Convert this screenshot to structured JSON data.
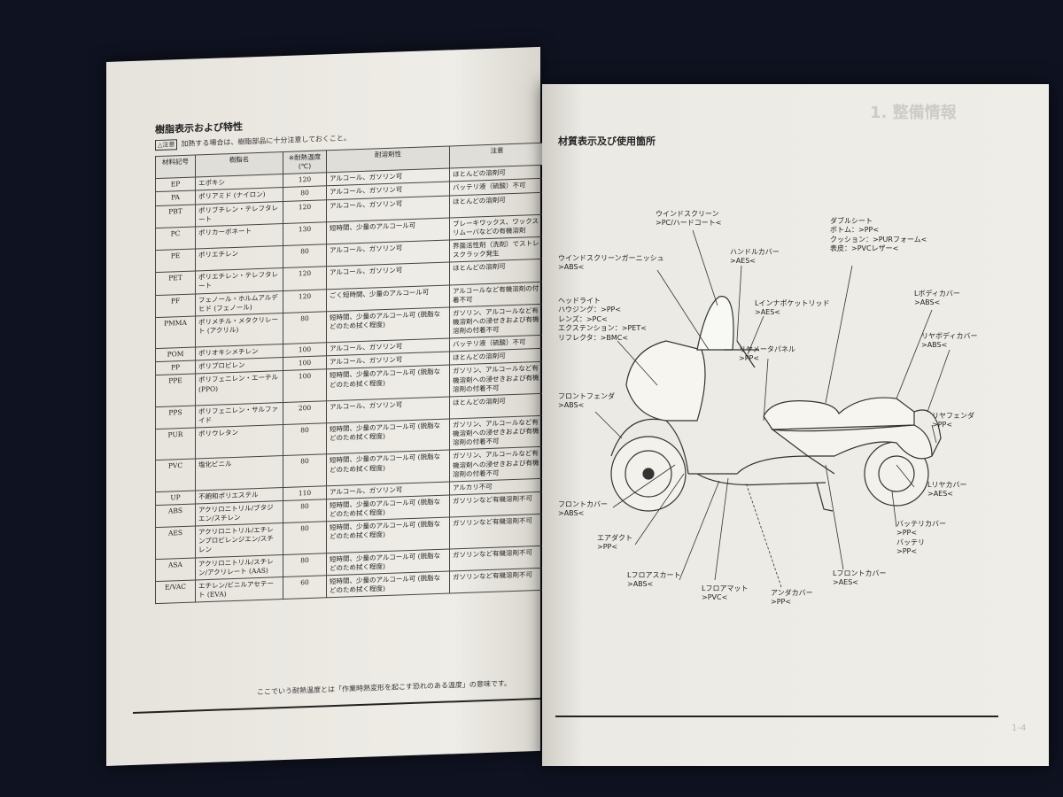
{
  "left": {
    "section_title": "樹脂表示および特性",
    "caution_badge": "△注意",
    "caution_text": "加熱する場合は、樹脂部品に十分注意しておくこと。",
    "headers": [
      "材料記号",
      "樹脂名",
      "※耐熱温度 (℃)",
      "耐溶剤性",
      "注意"
    ],
    "rows": [
      {
        "code": "EP",
        "name": "エポキシ",
        "temp": "120",
        "solvent": "アルコール、ガソリン可",
        "note": "ほとんどの溶剤可"
      },
      {
        "code": "PA",
        "name": "ポリアミド (ナイロン)",
        "temp": "80",
        "solvent": "アルコール、ガソリン可",
        "note": "バッテリ液（硫酸）不可"
      },
      {
        "code": "PBT",
        "name": "ポリブチレン・テレフタレート",
        "temp": "120",
        "solvent": "アルコール、ガソリン可",
        "note": "ほとんどの溶剤可"
      },
      {
        "code": "PC",
        "name": "ポリカーボネート",
        "temp": "130",
        "solvent": "短時間、少量のアルコール可",
        "note": "ブレーキワックス、ワックスリムーバなどの有機溶剤"
      },
      {
        "code": "PE",
        "name": "ポリエチレン",
        "temp": "80",
        "solvent": "アルコール、ガソリン可",
        "note": "界面活性剤（洗剤）でストレスクラック発生"
      },
      {
        "code": "PET",
        "name": "ポリエチレン・テレフタレート",
        "temp": "120",
        "solvent": "アルコール、ガソリン可",
        "note": "ほとんどの溶剤可"
      },
      {
        "code": "PF",
        "name": "フェノール・ホルムアルデヒド (フェノール)",
        "temp": "120",
        "solvent": "ごく短時間、少量のアルコール可",
        "note": "アルコールなど有機溶剤の付着不可"
      },
      {
        "code": "PMMA",
        "name": "ポリメチル・メタクリレート (アクリル)",
        "temp": "80",
        "solvent": "短時間、少量のアルコール可 (脱脂などのため拭く程度)",
        "note": "ガソリン、アルコールなど有機溶剤への浸せきおよび有機溶剤の付着不可"
      },
      {
        "code": "POM",
        "name": "ポリオキシメチレン",
        "temp": "100",
        "solvent": "アルコール、ガソリン可",
        "note": "バッテリ液（硫酸）不可"
      },
      {
        "code": "PP",
        "name": "ポリプロピレン",
        "temp": "100",
        "solvent": "アルコール、ガソリン可",
        "note": "ほとんどの溶剤可"
      },
      {
        "code": "PPE",
        "name": "ポリフェニレン・エーテル (PPO)",
        "temp": "100",
        "solvent": "短時間、少量のアルコール可 (脱脂などのため拭く程度)",
        "note": "ガソリン、アルコールなど有機溶剤への浸せきおよび有機溶剤の付着不可"
      },
      {
        "code": "PPS",
        "name": "ポリフェニレン・サルファイド",
        "temp": "200",
        "solvent": "アルコール、ガソリン可",
        "note": "ほとんどの溶剤可"
      },
      {
        "code": "PUR",
        "name": "ポリウレタン",
        "temp": "80",
        "solvent": "短時間、少量のアルコール可 (脱脂などのため拭く程度)",
        "note": "ガソリン、アルコールなど有機溶剤への浸せきおよび有機溶剤の付着不可"
      },
      {
        "code": "PVC",
        "name": "塩化ビニル",
        "temp": "80",
        "solvent": "短時間、少量のアルコール可 (脱脂などのため拭く程度)",
        "note": "ガソリン、アルコールなど有機溶剤への浸せきおよび有機溶剤の付着不可"
      },
      {
        "code": "UP",
        "name": "不飽和ポリエステル",
        "temp": "110",
        "solvent": "アルコール、ガソリン可",
        "note": "アルカリ不可"
      },
      {
        "code": "ABS",
        "name": "アクリロニトリル/ブタジエン/スチレン",
        "temp": "80",
        "solvent": "短時間、少量のアルコール可 (脱脂などのため拭く程度)",
        "note": "ガソリンなど有機溶剤不可"
      },
      {
        "code": "AES",
        "name": "アクリロニトリル/エチレンプロピレンジエン/スチレン",
        "temp": "80",
        "solvent": "短時間、少量のアルコール可 (脱脂などのため拭く程度)",
        "note": "ガソリンなど有機溶剤不可"
      },
      {
        "code": "ASA",
        "name": "アクリロニトリル/スチレン/アクリレート (AAS)",
        "temp": "80",
        "solvent": "短時間、少量のアルコール可 (脱脂などのため拭く程度)",
        "note": "ガソリンなど有機溶剤不可"
      },
      {
        "code": "E/VAC",
        "name": "エチレン/ビニルアセテート (EVA)",
        "temp": "60",
        "solvent": "短時間、少量のアルコール可 (脱脂などのため拭く程度)",
        "note": "ガソリンなど有機溶剤不可"
      }
    ],
    "footnote": "ここでいう耐熱温度とは「作業時熱変形を起こす恐れのある温度」の意味です。"
  },
  "right": {
    "header_ghost": "1. 整備情報",
    "section_title": "材質表示及び使用箇所",
    "page_number": "1-4",
    "labels": {
      "windscreen": [
        "ウインドスクリーン",
        ">PC/ハードコート<"
      ],
      "garnish": [
        "ウインドスクリーンガーニッシュ",
        ">ABS<"
      ],
      "handle_cover": [
        "ハンドルカバー",
        ">AES<"
      ],
      "double_seat": [
        "ダブルシート",
        "ボトム：>PP<",
        "クッション：>PURフォーム<",
        "表皮：>PVCレザー<"
      ],
      "headlight": [
        "ヘッドライト",
        "ハウジング：>PP<",
        "レンズ：>PC<",
        "エクステンション：>PET<",
        "リフレクタ：>BMC<"
      ],
      "inner_pocket": [
        "Lインナポケットリッド",
        ">AES<"
      ],
      "l_body_cover": [
        "Lボディカバー",
        ">ABS<"
      ],
      "meter_panel": [
        "リヤメータパネル",
        ">PP<"
      ],
      "rear_body_cover": [
        "リヤボディカバー",
        ">ABS<"
      ],
      "front_fender": [
        "フロントフェンダ",
        ">ABS<"
      ],
      "rear_fender": [
        "リヤフェンダ",
        ">PP<"
      ],
      "l_rear_cover": [
        "Lリヤカバー",
        ">AES<"
      ],
      "front_cover": [
        "フロントカバー",
        ">ABS<"
      ],
      "battery_cover": [
        "バッテリカバー",
        ">PP<",
        "バッテリ",
        ">PP<"
      ],
      "air_duct": [
        "エアダクト",
        ">PP<"
      ],
      "floor_skirt": [
        "Lフロアスカート",
        ">ABS<"
      ],
      "l_front_cover": [
        "Lフロントカバー",
        ">AES<"
      ],
      "floor_mat": [
        "Lフロアマット",
        ">PVC<"
      ],
      "under_cover": [
        "アンダカバー",
        ">PP<"
      ]
    }
  }
}
